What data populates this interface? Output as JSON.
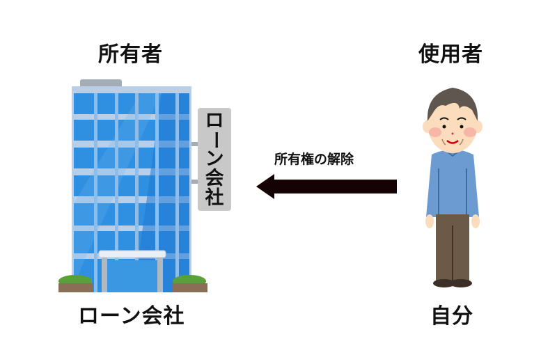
{
  "diagram": {
    "left": {
      "role_label": "所有者",
      "entity_label": "ローン会社",
      "building_sign": [
        "ロ",
        "ー",
        "ン",
        "会",
        "社"
      ],
      "icon": "office-building"
    },
    "right": {
      "role_label": "使用者",
      "entity_label": "自分",
      "icon": "elderly-man-standing"
    },
    "arrow": {
      "label": "所有権の解除",
      "direction": "right-to-left",
      "color": "#150204"
    },
    "colors": {
      "building_glass": "#2f8fe0",
      "building_frame": "#b9cfe8",
      "sign_bg": "#c8c8c8",
      "shirt": "#6b9bd1",
      "pants": "#6a5a47",
      "hair": "#5f5650",
      "skin": "#fbdcbc"
    }
  }
}
